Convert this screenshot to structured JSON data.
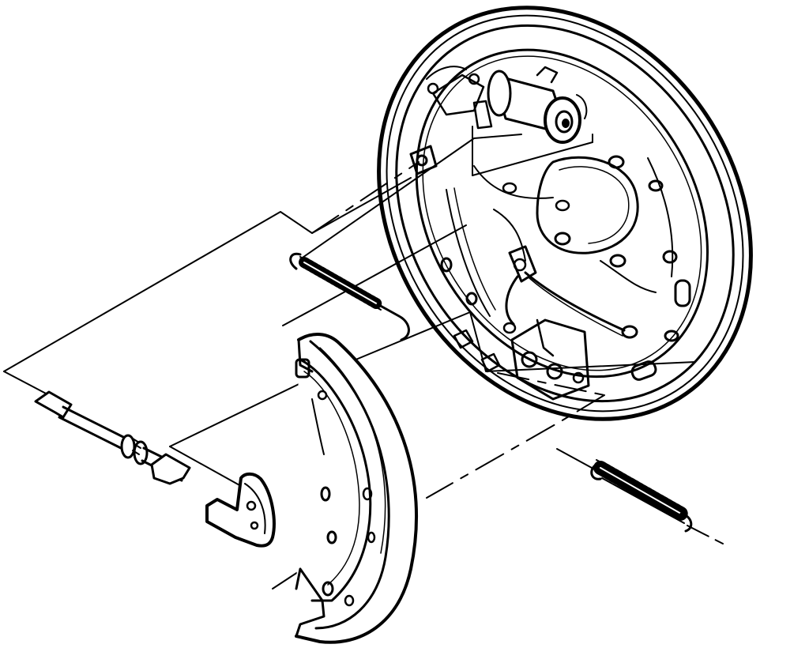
{
  "colors": {
    "background": "#ffffff",
    "ink": "#000000"
  },
  "diagram": {
    "style": "exploded-view line drawing",
    "components": [
      {
        "id": "backing-plate",
        "icon": "drum-brake-backing-plate-icon"
      },
      {
        "id": "wheel-cylinder",
        "icon": "wheel-cylinder-icon"
      },
      {
        "id": "upper-return-spring",
        "icon": "coil-spring-icon"
      },
      {
        "id": "brake-shoe",
        "icon": "brake-shoe-icon"
      },
      {
        "id": "adjuster-assembly",
        "icon": "adjuster-screw-icon"
      },
      {
        "id": "parking-brake-lever",
        "icon": "lever-icon"
      },
      {
        "id": "lower-return-spring",
        "icon": "coil-spring-icon"
      }
    ]
  }
}
